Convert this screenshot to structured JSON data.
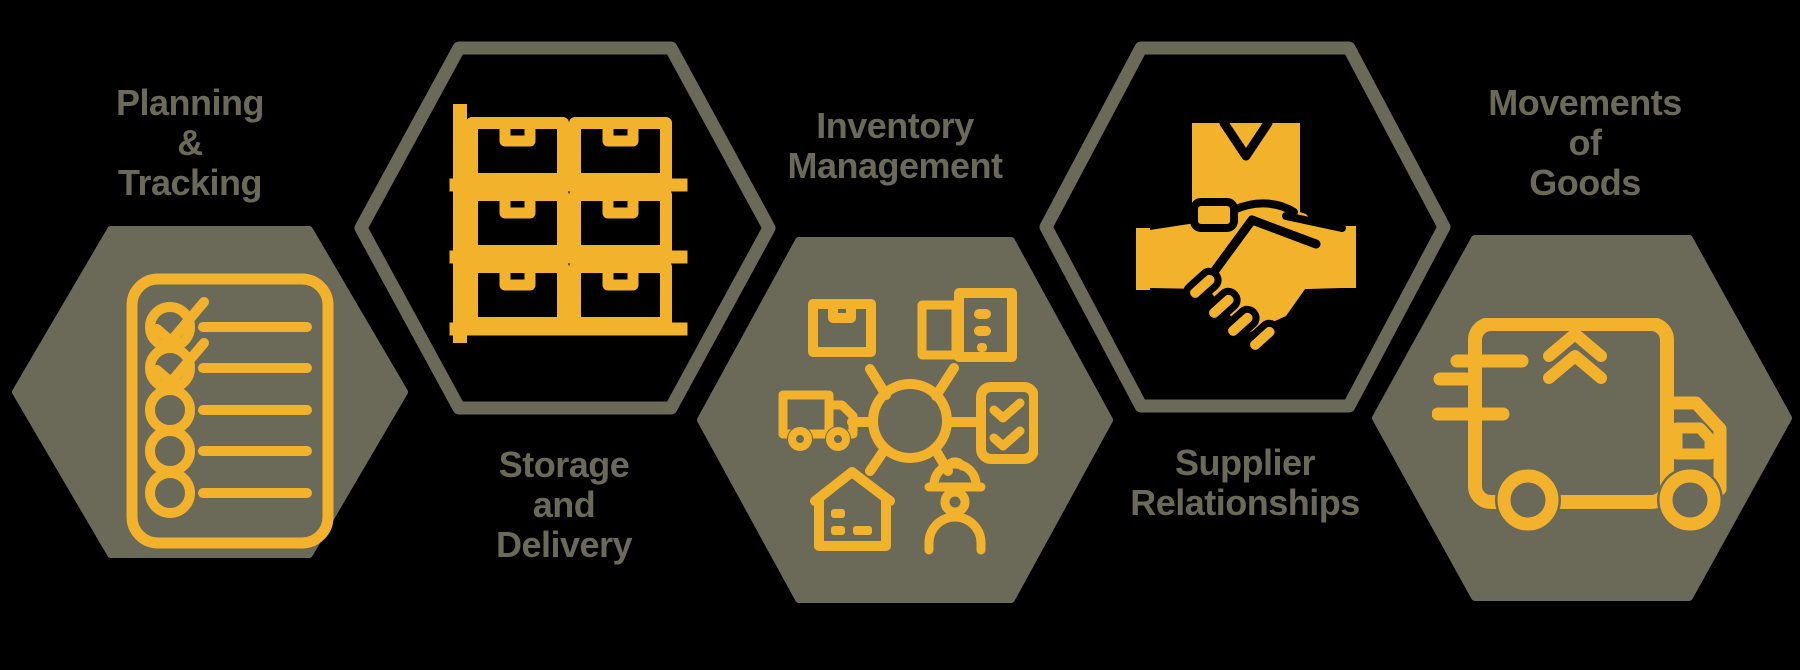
{
  "colors": {
    "background": "#000000",
    "olive": "#6b6a58",
    "yellow": "#f2b22c",
    "label_text": "#6b6a58"
  },
  "diagram": {
    "items": [
      {
        "id": "planning-tracking",
        "label_lines": [
          "Planning",
          "&",
          "Tracking"
        ],
        "label_position": "above",
        "hexagon_style": "filled",
        "icon": "checklist-icon"
      },
      {
        "id": "storage-delivery",
        "label_lines": [
          "Storage",
          "and",
          "Delivery"
        ],
        "label_position": "below",
        "hexagon_style": "outlined",
        "icon": "shelf-boxes-icon"
      },
      {
        "id": "inventory-management",
        "label_lines": [
          "Inventory",
          "Management"
        ],
        "label_position": "above",
        "hexagon_style": "filled",
        "icon": "supply-network-icon"
      },
      {
        "id": "supplier-relationships",
        "label_lines": [
          "Supplier",
          "Relationships"
        ],
        "label_position": "below",
        "hexagon_style": "outlined",
        "icon": "handshake-box-icon"
      },
      {
        "id": "movements-goods",
        "label_lines": [
          "Movements",
          "of",
          "Goods"
        ],
        "label_position": "above",
        "hexagon_style": "filled",
        "icon": "delivery-truck-icon"
      }
    ]
  }
}
